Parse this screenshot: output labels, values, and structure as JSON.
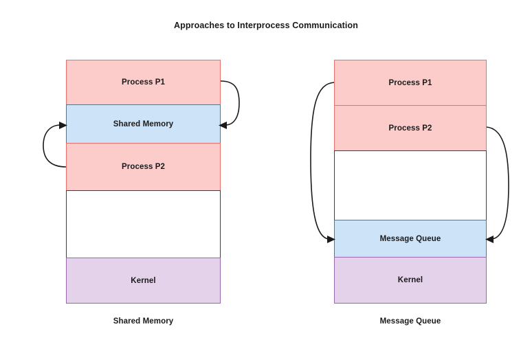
{
  "title": "Approaches to Interprocess Communication",
  "colors": {
    "process": "#fcccca",
    "shared_memory": "#cde3f8",
    "message_queue": "#cde3f8",
    "kernel": "#e4d2ea",
    "unused": "#ffffff",
    "arrow": "#1a1a1a",
    "text": "#1a1a1a"
  },
  "diagrams": [
    {
      "id": "shared-memory",
      "caption": "Shared Memory",
      "segments": [
        {
          "label": "Process P1",
          "kind": "process"
        },
        {
          "label": "Shared Memory",
          "kind": "shared_memory"
        },
        {
          "label": "Process P2",
          "kind": "process"
        },
        {
          "label": "",
          "kind": "unused"
        },
        {
          "label": "Kernel",
          "kind": "kernel"
        }
      ],
      "arrows": [
        {
          "from": "Process P1",
          "to": "Shared Memory",
          "side": "right"
        },
        {
          "from": "Process P2",
          "to": "Shared Memory",
          "side": "left"
        }
      ]
    },
    {
      "id": "message-queue",
      "caption": "Message Queue",
      "segments": [
        {
          "label": "Process P1",
          "kind": "process"
        },
        {
          "label": "Process P2",
          "kind": "process"
        },
        {
          "label": "",
          "kind": "unused"
        },
        {
          "label": "Message Queue",
          "kind": "message_queue"
        },
        {
          "label": "Kernel",
          "kind": "kernel"
        }
      ],
      "arrows": [
        {
          "from": "Process P1",
          "to": "Message Queue",
          "side": "left"
        },
        {
          "from": "Process P2",
          "to": "Message Queue",
          "side": "right"
        }
      ]
    }
  ]
}
